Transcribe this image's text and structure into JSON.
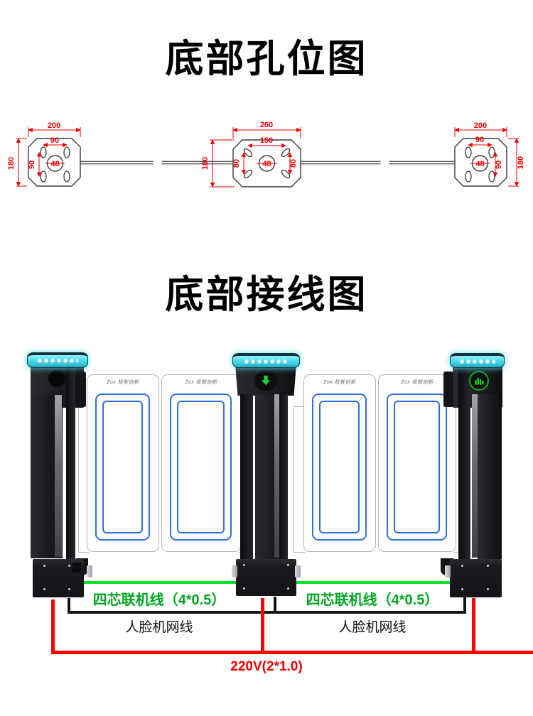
{
  "titles": {
    "hole_diagram": "底部孔位图",
    "wiring_diagram": "底部接线图"
  },
  "hole_diagrams": {
    "left": {
      "width": "200",
      "height": "180",
      "slot_spacing_h": "90",
      "slot_spacing_v": "90",
      "center_hole": "48"
    },
    "middle": {
      "width": "260",
      "slot_spacing_h": "150",
      "height": "180",
      "slot_left": "80",
      "slot_right": "80",
      "center_hole": "48"
    },
    "right": {
      "width": "200",
      "slot_spacing_h": "90",
      "slot_spacing_v": "90",
      "height": "180",
      "center_hole": "48"
    }
  },
  "wiring": {
    "link_cable_labels": [
      "四芯联机线（4*0.5）",
      "四芯联机线（4*0.5）"
    ],
    "network_cable_labels": [
      "人脸机网线",
      "人脸机网线"
    ],
    "power_label": "220V(2*1.0)"
  },
  "brand_logo": "Zox 极智创新",
  "colors": {
    "link_cable": "#00e32c",
    "network_cable": "#141414",
    "power_cable": "#ff0000",
    "led_cap": "#4fd8e8",
    "panel_outline_blue": "#2f6fe0",
    "dimension_red": "#f20000"
  }
}
